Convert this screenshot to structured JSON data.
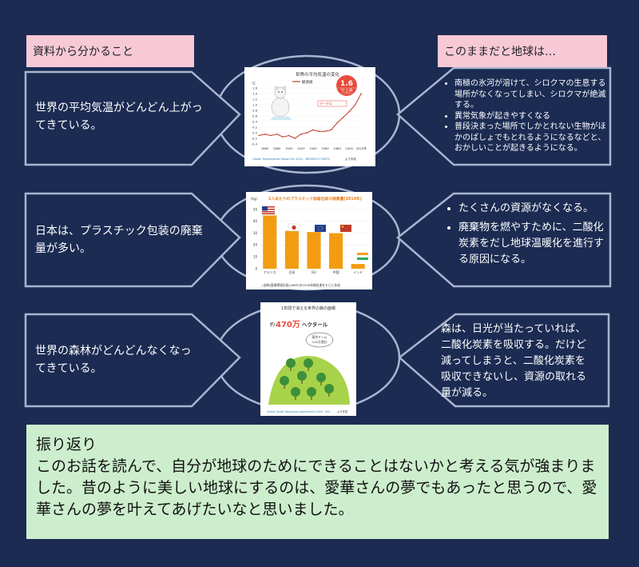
{
  "labels": {
    "left_header": "資料から分かること",
    "right_header": "このままだと地球は…"
  },
  "rows": [
    {
      "fact": "世界の平均気温がどんどん上がってきている。",
      "consequences": [
        "南極の氷河が溶けて、シロクマの生息する場所がなくなってしまい、シロクマが絶滅する。",
        "異常気象が起きやすくなる",
        "普段決まった場所でしかとれない生物がほかのばしょでもとれるようになるなどと、おかしいことが起きるようになる。"
      ]
    },
    {
      "fact": "日本は、プラスチック包装の廃棄量が多い。",
      "consequences": [
        "たくさんの資源がなくなる。",
        "廃棄物を燃やすために、二酸化炭素をだし地球温暖化を進行する原因になる。"
      ]
    },
    {
      "fact": "世界の森林がどんどんなくなってきている。",
      "consequences_text": "森は、日光が当たっていれば、二酸化炭素を吸収する。だけど減ってしまうと、二酸化炭素を吸収できないし、資源の取れる量が減る。"
    }
  ],
  "card1": {
    "title": "世界の平均気温の変化",
    "legend": "観測値",
    "badge_value": "1.6",
    "badge_unit": "℃上昇",
    "note": "データは",
    "source": "Global Temperature Report for 2024 - BERKELEY EARTH",
    "credit": "より作成",
    "chart_data": {
      "type": "line",
      "x": [
        1850,
        1860,
        1870,
        1880,
        1890,
        1900,
        1910,
        1920,
        1930,
        1940,
        1950,
        1960,
        1970,
        1980,
        1990,
        2000,
        2010,
        2020
      ],
      "values": [
        -0.1,
        -0.05,
        -0.1,
        -0.05,
        -0.15,
        -0.1,
        -0.2,
        -0.05,
        0.0,
        0.1,
        0.05,
        0.05,
        0.1,
        0.35,
        0.55,
        0.75,
        1.0,
        1.4
      ],
      "xticks": [
        "1860",
        "1880",
        "1900",
        "1920",
        "1940",
        "1960",
        "1980",
        "2000",
        "2020年"
      ],
      "yticks": [
        "1.6",
        "1.4",
        "1.2",
        "1.0",
        "0.8",
        "0.6",
        "0.4",
        "0.2",
        "0.0",
        "-0.2",
        "-0.4"
      ],
      "ylim": [
        -0.4,
        1.6
      ],
      "ylabel": "℃",
      "color": "#c0392b"
    }
  },
  "card2": {
    "title": "1人あたりのプラスチック容器包装の廃棄量(2014年)",
    "ylabel": "(kg)",
    "source": "(出典)国連環境計画(UNEP)の2018年報告書をもとに作成",
    "chart_data": {
      "type": "bar",
      "categories": [
        "アメリカ",
        "日本",
        "EU",
        "中国",
        "インド"
      ],
      "values": [
        45,
        32,
        31,
        30,
        4
      ],
      "yticks": [
        "50",
        "40",
        "30",
        "20",
        "10",
        "0"
      ],
      "ylim": [
        0,
        50
      ],
      "ylabel": "(kg)",
      "color": "#f39c12"
    }
  },
  "card3": {
    "title": "1年間で消える世界の森の面積",
    "prefix": "約",
    "number": "470万",
    "suffix": "ヘクタール",
    "bubble_line1": "東京ドーム",
    "bubble_line2": "100万個分",
    "source": "Global Forest Resources Assessment 2020 - FAO",
    "credit": "より作成"
  },
  "reflection": {
    "heading": "振り返り",
    "body": "このお話を読んで、自分が地球のためにできることはないかと考える気が強まりました。昔のように美しい地球にするのは、愛華さんの夢でもあったと思うので、愛華さんの夢を叶えてあげたいなと思いました。"
  }
}
